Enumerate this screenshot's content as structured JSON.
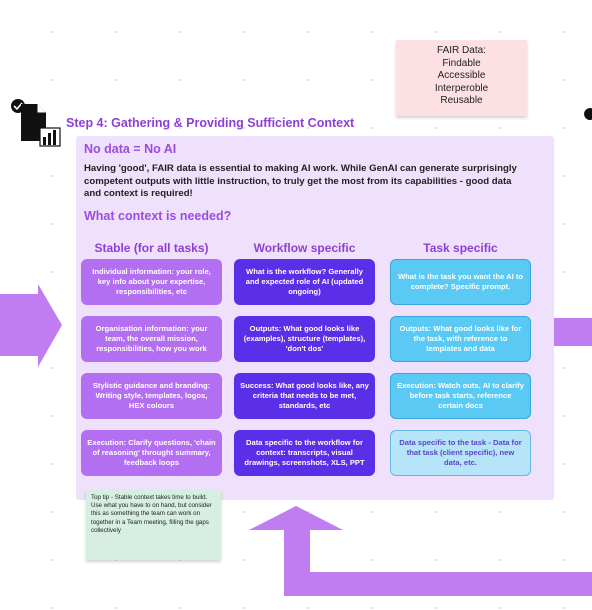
{
  "fair_note": {
    "lines": [
      "FAIR Data:",
      "Findable",
      "Accessible",
      "Interperoble",
      "Reusable"
    ]
  },
  "step_title": "Step 4:  Gathering & Providing Sufficient Context",
  "no_data": "No data = No AI",
  "intro": "Having 'good', FAIR data is essential to making AI work.  While GenAI can generate surprisingly competent outputs with little instruction, to truly get the most from its capabilities - good data and context is required!",
  "what_context": "What context is needed?",
  "columns": [
    {
      "heading": "Stable (for all tasks)",
      "boxes": [
        "Individual information: your role, key info about your expertise, responsibilities, etc",
        "Organisation information: your team, the overall mission, responsibilities, how you work",
        "Stylistic guidance and branding:  Writing style, templates, logos, HEX colours",
        "Execution:  Clarify questions, 'chain of reasoning' throught summary, feedback loops"
      ]
    },
    {
      "heading": "Workflow specific",
      "boxes": [
        "What is the workflow? Generally and expected role of AI (updated ongoing)",
        "Outputs: What good looks like (examples), structure (templates), 'don't dos'",
        "Success: What good looks like, any criteria that needs to be met, standards, etc",
        "Data specific to the workflow for context: transcripts, visual drawings, screenshots, XLS, PPT"
      ]
    },
    {
      "heading": "Task specific",
      "boxes": [
        "What is the task you want the AI to complete?  Specific prompt.",
        "Outputs: What good looks like for the task, with reference to templates and data",
        "Execution: Watch outs, AI to clarify before task starts, reference certain docs",
        "Data specific to the task - Data for that task (client specific), new data, etc."
      ]
    }
  ],
  "tip": "Top tip - Stable context takes time to build.  Use what you have to on hand, but consider this as something the team can work on together in a Team meeting, filling the gaps collectively",
  "colors": {
    "purple_text": "#8e3fd6",
    "panel": "#efe0fb",
    "stable_box": "#b36ff2",
    "workflow_box": "#5b2ee8",
    "task_box": "#5ac9f3",
    "arrow": "#c07df2"
  }
}
